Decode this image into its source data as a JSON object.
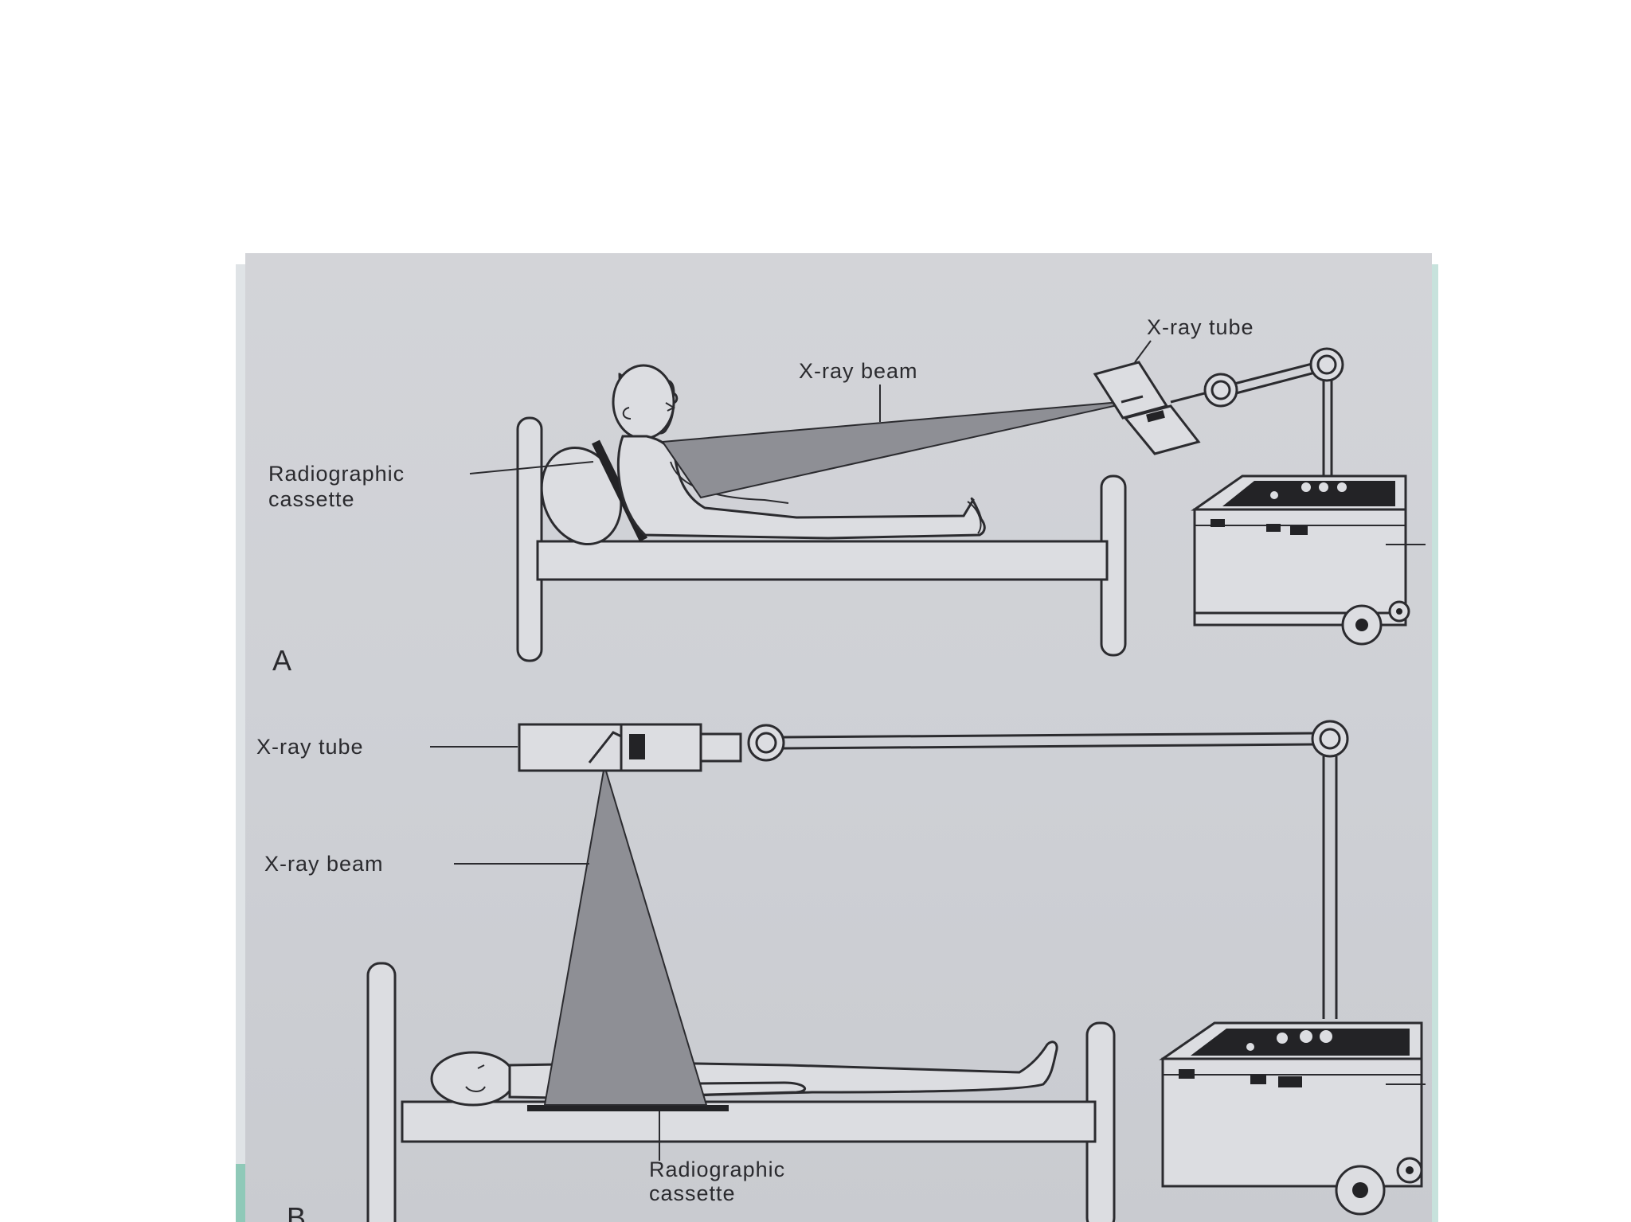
{
  "plates": {
    "a": {
      "letter": "A",
      "xray_tube_label": "X-ray tube",
      "xray_beam_label": "X-ray beam",
      "cassette_label_line1": "Radiographic",
      "cassette_label_line2": "cassette"
    },
    "b": {
      "letter": "B",
      "xray_tube_label": "X-ray tube",
      "xray_beam_label": "X-ray beam",
      "cassette_label_line1": "Radiographic",
      "cassette_label_line2": "cassette"
    }
  }
}
